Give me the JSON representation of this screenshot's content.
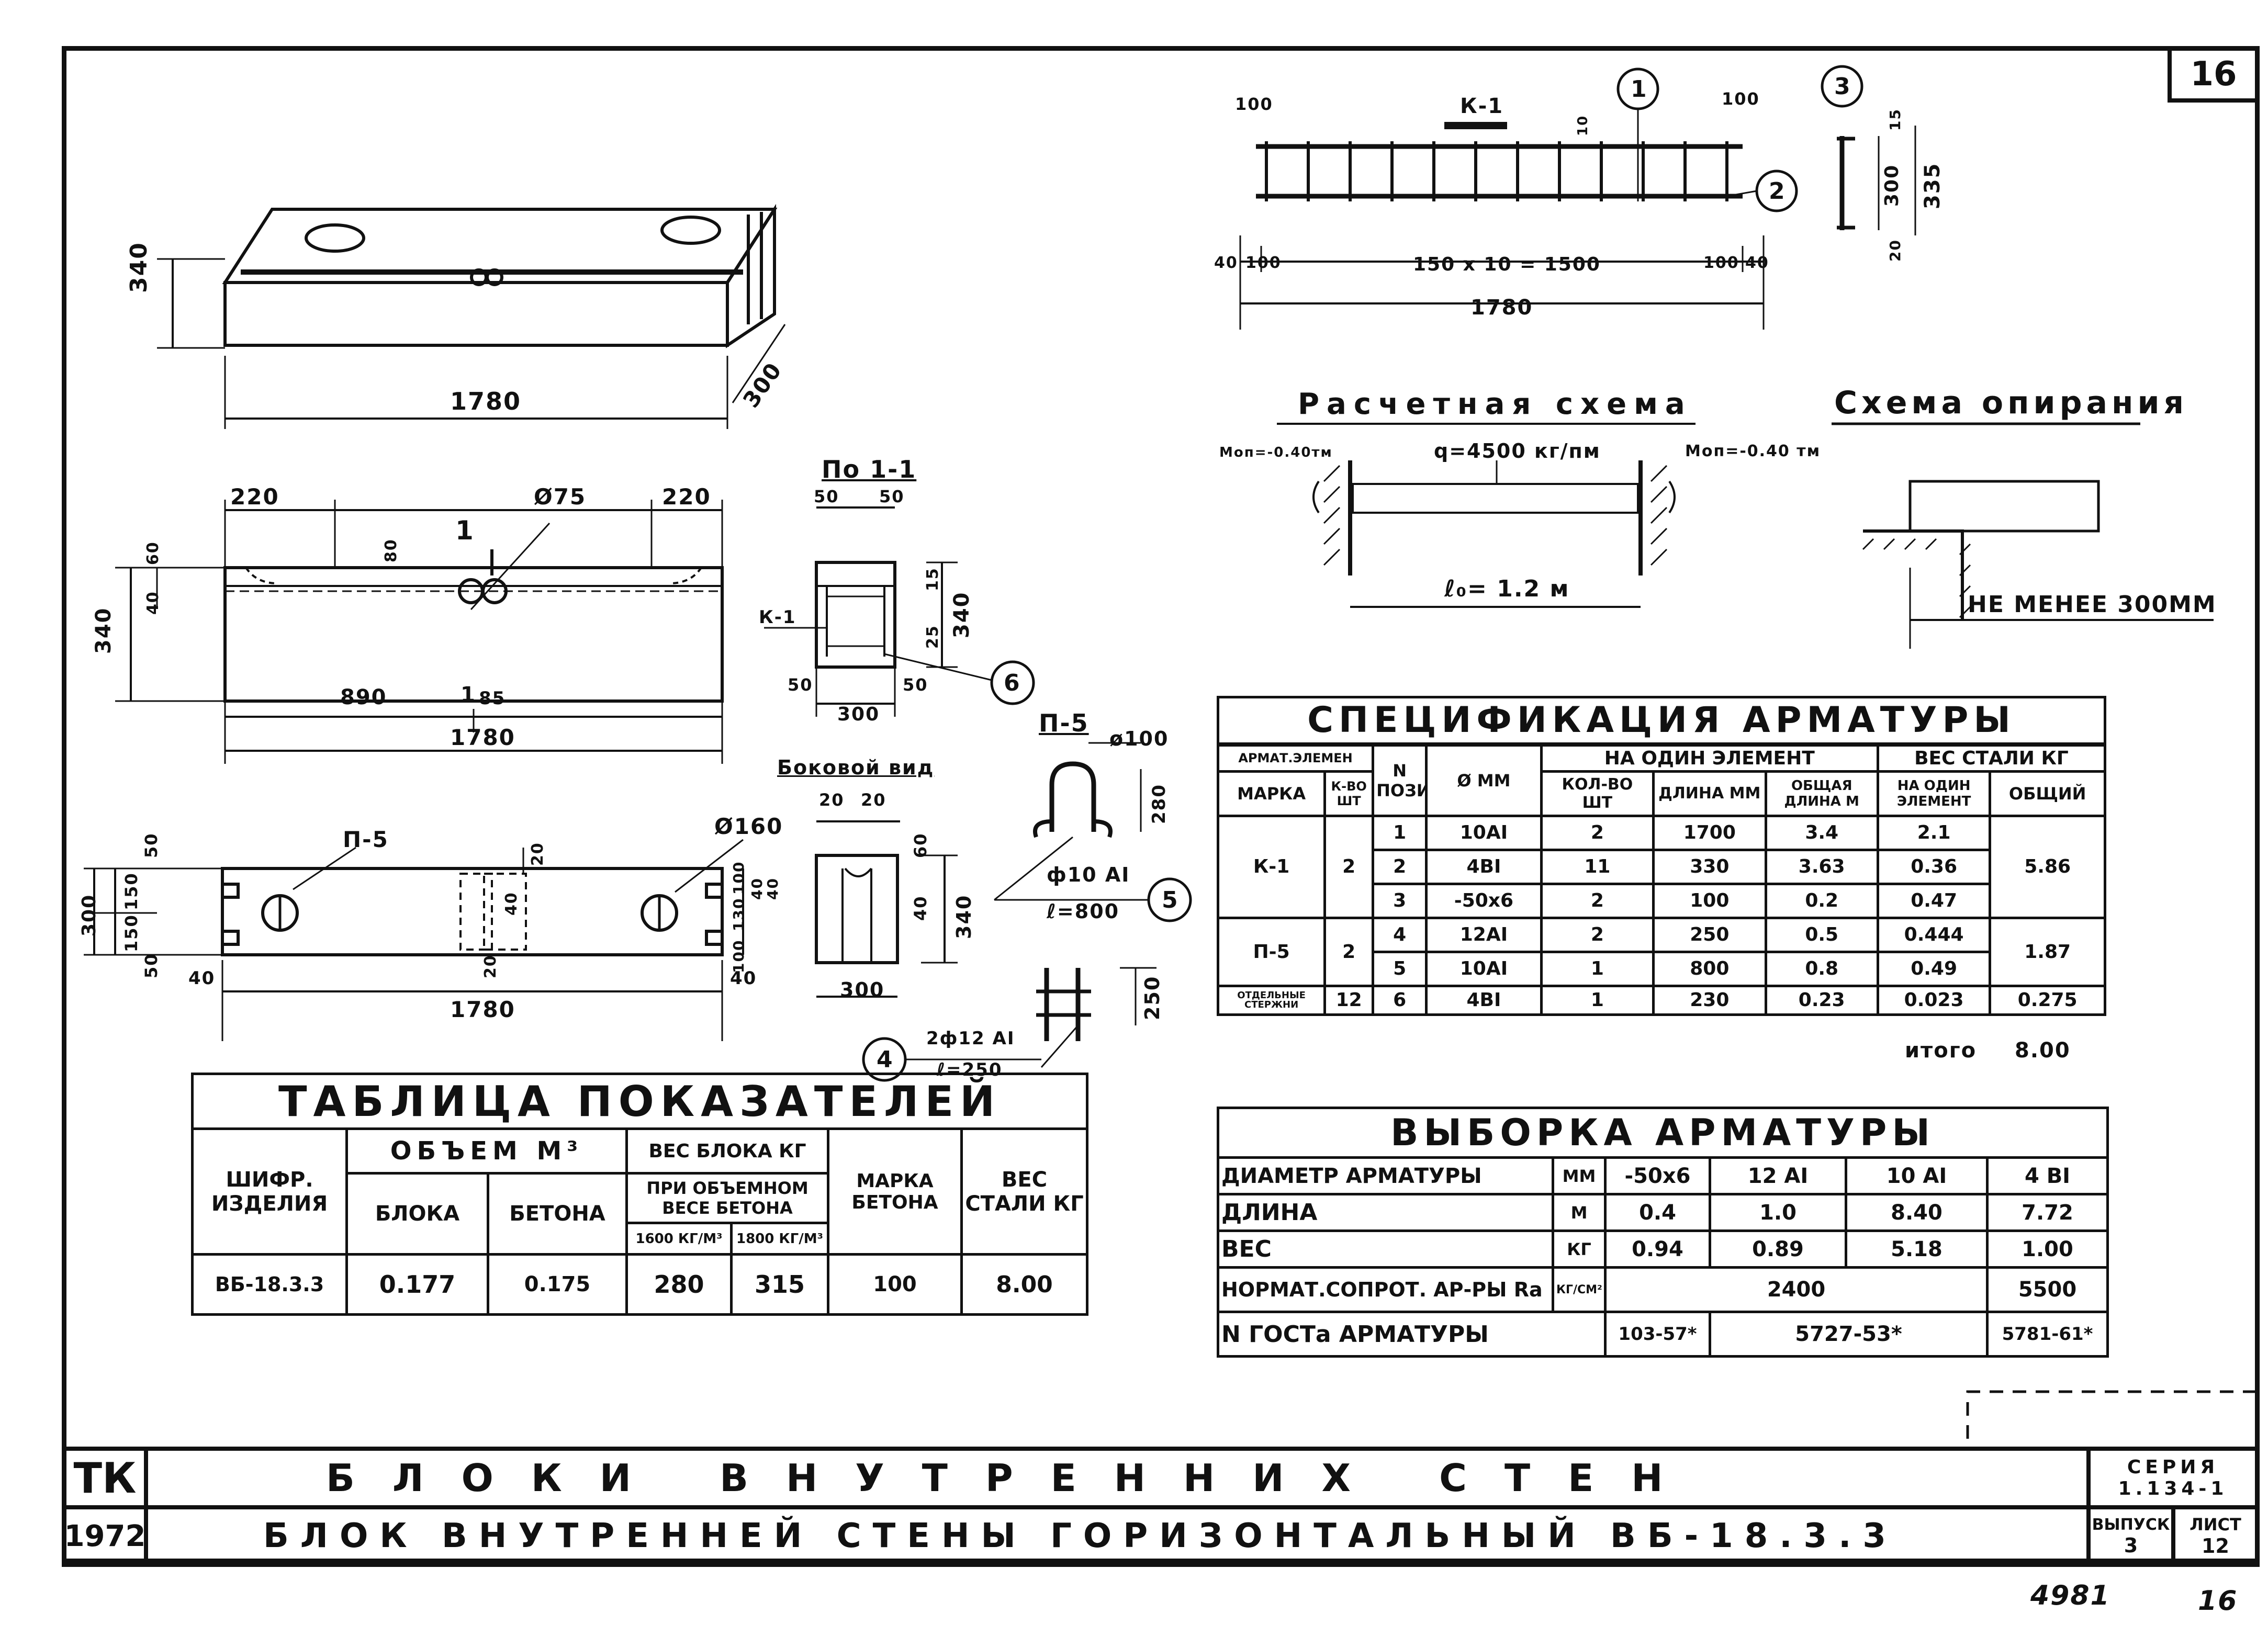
{
  "sheet_number": "16",
  "drawings": {
    "iso_view": {
      "dim_height": "340",
      "dim_length": "1780",
      "dim_depth": "300"
    },
    "front_view": {
      "dim_left_top": "220",
      "dim_right_top": "220",
      "dim_hole": "Ø75",
      "section_mark": "1",
      "dim_top_edge": "60",
      "dim_groove": "40",
      "dim_height": "340",
      "dim_gap": "80",
      "dim_half": "890",
      "dim_offset": "85",
      "dim_total": "1780",
      "section_mark_bottom": "1"
    },
    "plan_view": {
      "loop_label": "П-5",
      "dim_hole": "Ø160",
      "dim_total": "1780",
      "dim_40_left": "40",
      "dim_40_right": "40",
      "dim_300": "300",
      "dim_150_a": "150",
      "dim_150_b": "150",
      "dim_50_top": "50",
      "dim_50_bot": "50",
      "dim_20_mid": "20",
      "dim_40_mid": "40",
      "dim_20_mid2": "20",
      "dim_100": "100",
      "dim_130": "130",
      "dim_100b": "100",
      "dim_40_r": "40",
      "dim_40_r2": "40"
    },
    "section_1_1": {
      "title": "По 1-1",
      "dim_top_l": "50",
      "dim_top_r": "50",
      "dim_15": "15",
      "dim_340": "340",
      "dim_25": "25",
      "frame_label": "К-1",
      "dim_50_l": "50",
      "dim_300": "300",
      "dim_50_r": "50",
      "callout": "6"
    },
    "side_view": {
      "title": "Боковой вид",
      "dim_20a": "20",
      "dim_20b": "20",
      "dim_60": "60",
      "dim_40": "40",
      "dim_340": "340",
      "dim_300": "300"
    },
    "loop_p5": {
      "title": "П-5",
      "dim_dia": "ø100",
      "dim_280": "280",
      "bar_spec": "ф10 АI",
      "bar_len": "ℓ=800",
      "callout": "5"
    },
    "bar_4": {
      "dim_250": "250",
      "bar_spec": "2ф12 АI",
      "bar_len": "ℓ=250",
      "callout": "4"
    },
    "frame_k1": {
      "title": "К-1",
      "callout_1": "1",
      "callout_2": "2",
      "dim_100_l": "100",
      "dim_100_r": "100",
      "dim_10": "10",
      "dim_40_l": "40",
      "dim_100_bl": "100",
      "dim_mid": "150 x 10 = 1500",
      "dim_100_br": "100",
      "dim_40_r": "40",
      "dim_total": "1780"
    },
    "detail_3": {
      "callout": "3",
      "dim_15": "15",
      "dim_300": "300",
      "dim_335": "335",
      "dim_20": "20"
    },
    "calc_scheme": {
      "title": "Расчетная схема",
      "moment_left": "Mоп=-0.40тм",
      "load": "q=4500 кг/пм",
      "moment_right": "Mоп=-0.40 тм",
      "span": "ℓ₀= 1.2 м"
    },
    "support_scheme": {
      "title": "Схема опирания",
      "note": "НЕ МЕНЕЕ 300ММ"
    }
  },
  "spec_table": {
    "title": "СПЕЦИФИКАЦИЯ АРМАТУРЫ",
    "h_element": "АРМАТ.ЭЛЕМЕН",
    "h_mark": "МАРКА",
    "h_count": "К-ВО ШТ",
    "h_pos": "N ПОЗИЦ",
    "h_dia": "Ø ММ",
    "h_per_element": "НА ОДИН ЭЛЕМЕНТ",
    "h_qty": "КОЛ-ВО ШТ",
    "h_len": "ДЛИНА ММ",
    "h_total_len": "ОБЩАЯ ДЛИНА М",
    "h_steel_weight": "ВЕС СТАЛИ КГ",
    "h_per_one": "НА ОДИН ЭЛЕМЕНТ",
    "h_total": "ОБЩИЙ",
    "rows": [
      {
        "mark": "К-1",
        "count": "2",
        "pos": "1",
        "dia": "10АI",
        "qty": "2",
        "len": "1700",
        "tlen": "3.4",
        "w1": "2.1",
        "wtot": "5.86"
      },
      {
        "mark": "",
        "count": "",
        "pos": "2",
        "dia": "4BI",
        "qty": "11",
        "len": "330",
        "tlen": "3.63",
        "w1": "0.36",
        "wtot": ""
      },
      {
        "mark": "",
        "count": "",
        "pos": "3",
        "dia": "-50x6",
        "qty": "2",
        "len": "100",
        "tlen": "0.2",
        "w1": "0.47",
        "wtot": ""
      },
      {
        "mark": "П-5",
        "count": "2",
        "pos": "4",
        "dia": "12АI",
        "qty": "2",
        "len": "250",
        "tlen": "0.5",
        "w1": "0.444",
        "wtot": "1.87"
      },
      {
        "mark": "",
        "count": "",
        "pos": "5",
        "dia": "10АI",
        "qty": "1",
        "len": "800",
        "tlen": "0.8",
        "w1": "0.49",
        "wtot": ""
      },
      {
        "mark": "ОТДЕЛЬНЫЕ СТЕРЖНИ",
        "count": "12",
        "pos": "6",
        "dia": "4BI",
        "qty": "1",
        "len": "230",
        "tlen": "0.23",
        "w1": "0.023",
        "wtot": "0.275"
      }
    ],
    "total_label": "итого",
    "total_value": "8.00"
  },
  "sample_table": {
    "title": "ВЫБОРКА АРМАТУРЫ",
    "rows": [
      {
        "label": "ДИАМЕТР АРМАТУРЫ",
        "unit": "ММ",
        "c1": "-50x6",
        "c2": "12 АI",
        "c3": "10 АI",
        "c4": "4 BI"
      },
      {
        "label": "ДЛИНА",
        "unit": "М",
        "c1": "0.4",
        "c2": "1.0",
        "c3": "8.40",
        "c4": "7.72"
      },
      {
        "label": "ВЕС",
        "unit": "КГ",
        "c1": "0.94",
        "c2": "0.89",
        "c3": "5.18",
        "c4": "1.00"
      }
    ],
    "norm_label": "НОРМАТ.СОПРОТ. АР-РЫ Rа",
    "norm_unit": "КГ/СМ²",
    "norm_mid": "2400",
    "norm_right": "5500",
    "gost_label": "N ГОСТа АРМАТУРЫ",
    "gost_1": "103-57*",
    "gost_2": "5727-53*",
    "gost_3": "5781-61*"
  },
  "indicators_table": {
    "title": "ТАБЛИЦА ПОКАЗАТЕЛЕЙ",
    "h_code": "ШИФР. ИЗДЕЛИЯ",
    "h_volume": "ОБЪЕМ М³",
    "h_block": "БЛОКА",
    "h_concrete": "БЕТОНА",
    "h_weight": "ВЕС БЛОКА КГ",
    "h_weight_sub": "ПРИ ОБЪЕМНОМ ВЕСЕ БЕТОНА",
    "h_1600": "1600 КГ/М³",
    "h_1800": "1800 КГ/М³",
    "h_grade": "МАРКА БЕТОНА",
    "h_steel": "ВЕС СТАЛИ КГ",
    "row": {
      "code": "ВБ-18.3.3",
      "vol_block": "0.177",
      "vol_concrete": "0.175",
      "w1600": "280",
      "w1800": "315",
      "grade": "100",
      "steel": "8.00"
    }
  },
  "title_block": {
    "org": "ТК",
    "year": "1972",
    "line1": "БЛОКИ ВНУТРЕННИХ СТЕН",
    "line2": "БЛОК ВНУТРЕННЕЙ СТЕНЫ ГОРИЗОНТАЛЬНЫЙ ВБ-18.3.3",
    "series_label": "СЕРИЯ",
    "series_value": "1.134-1",
    "issue_label": "ВЫПУСК",
    "issue_value": "3",
    "sheet_label": "ЛИСТ",
    "sheet_value": "12"
  },
  "handwritten": {
    "inventory": "4981",
    "page": "16"
  }
}
